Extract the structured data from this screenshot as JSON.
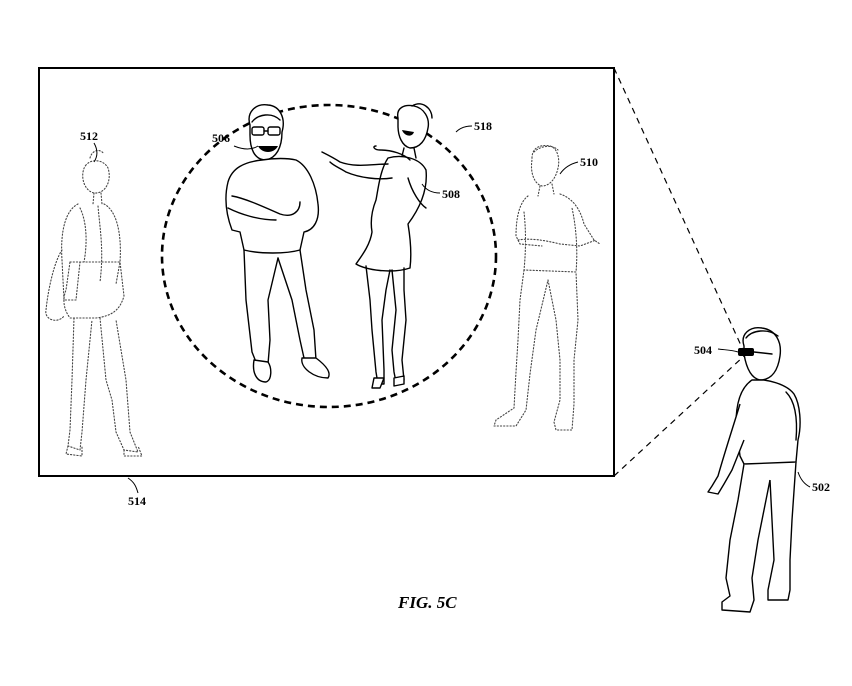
{
  "labels": {
    "ref_512": "512",
    "ref_506": "506",
    "ref_518": "518",
    "ref_508": "508",
    "ref_510": "510",
    "ref_504": "504",
    "ref_502": "502",
    "ref_514": "514"
  },
  "caption": "FIG. 5C"
}
